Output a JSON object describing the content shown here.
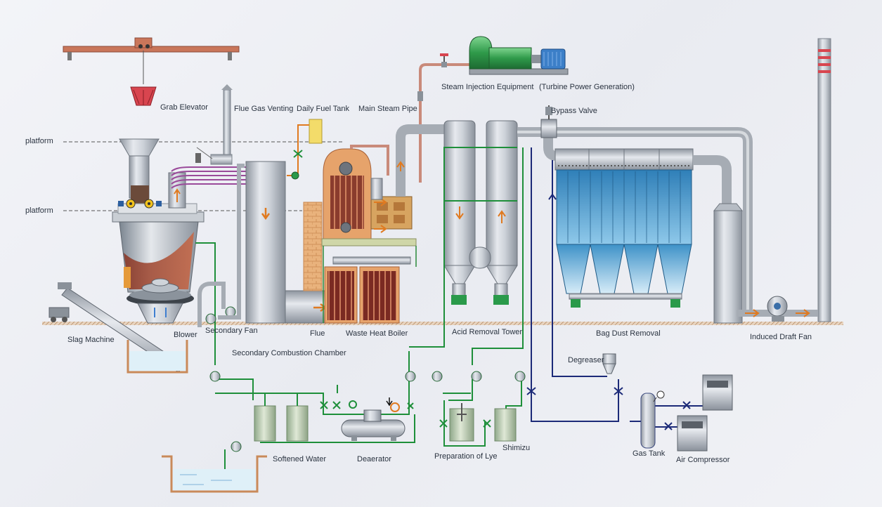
{
  "labels": {
    "grab_elevator": "Grab Elevator",
    "flue_gas_venting": "Flue Gas Venting",
    "daily_fuel_tank": "Daily Fuel Tank",
    "main_steam_pipe": "Main Steam Pipe",
    "steam_injection_equipment": "Steam Injection Equipment",
    "turbine_power_generation": "(Turbine Power Generation)",
    "bypass_valve": "Bypass Valve",
    "platform_upper": "platform",
    "platform_lower": "platform",
    "slag_machine": "Slag Machine",
    "blower": "Blower",
    "secondary_fan": "Secondary Fan",
    "flue": "Flue",
    "waste_heat_boiler": "Waste Heat Boiler",
    "acid_removal_tower": "Acid Removal Tower",
    "bag_dust_removal": "Bag Dust Removal",
    "induced_draft_fan": "Induced Draft Fan",
    "secondary_combustion_chamber": "Secondary Combustion Chamber",
    "degreaser": "Degreaser",
    "softened_water": "Softened Water",
    "deaerator": "Deaerator",
    "preparation_of_lye": "Preparation of Lye",
    "shimizu": "Shimizu",
    "gas_tank": "Gas Tank",
    "air_compressor": "Air Compressor"
  },
  "colors": {
    "steel": "#b9bec6",
    "water_pipe": "#1e8f3a",
    "gas_pipe": "#1c2a78",
    "steam_pipe": "#c98a7a",
    "fuel_pipe": "#e07a20",
    "flue_gas_pipe": "#9a4a9a",
    "arrow": "#e07a20",
    "filter_blue": "#5aa8d8",
    "brick": "#e3a36a",
    "ground": "#c9a98a"
  }
}
